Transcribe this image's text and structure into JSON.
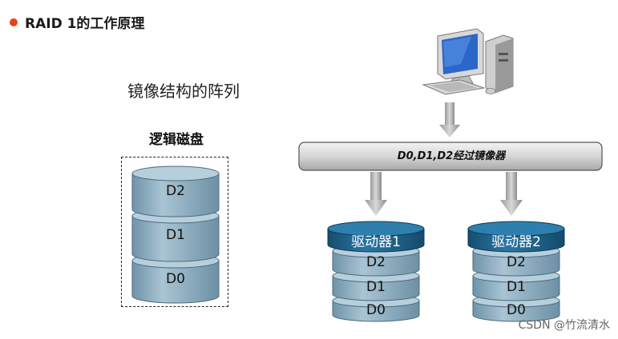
{
  "header": {
    "title": "RAID 1的工作原理"
  },
  "subtitle": "镜像结构的阵列",
  "logical_disk": {
    "label": "逻辑磁盘",
    "segments": [
      "D2",
      "D1",
      "D0"
    ]
  },
  "bus": {
    "label": "D0,D1,D2经过镜像器"
  },
  "drives": [
    {
      "label": "驱动器1",
      "segments": [
        "D2",
        "D1",
        "D0"
      ]
    },
    {
      "label": "驱动器2",
      "segments": [
        "D2",
        "D1",
        "D0"
      ]
    }
  ],
  "icons": {
    "computer": "computer-icon",
    "arrow": "arrow-down-icon"
  },
  "colors": {
    "accent_dot": "#e8431f",
    "cylinder": "#8fb0c3",
    "drive_cap": "#1c5d85"
  },
  "watermark": "CSDN @竹流清水"
}
